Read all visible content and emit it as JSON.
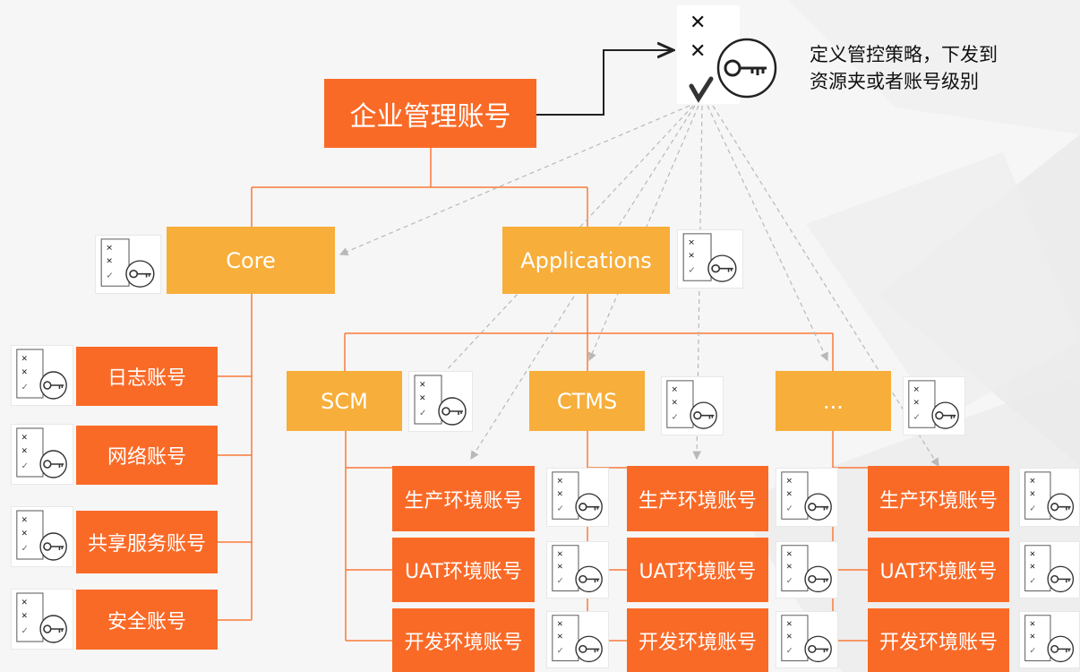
{
  "colors": {
    "root_fill": "#fa6a27",
    "folder_fill": "#f7ae3a",
    "account_fill": "#fa6a27",
    "connector_line": "#fa7a3a",
    "policy_arrow": "#b8b8b8"
  },
  "icon": "policy-checklist-key-icon",
  "root": {
    "label": "企业管理账号"
  },
  "policy_note": {
    "line1": "定义管控策略，下发到",
    "line2": "资源夹或者账号级别"
  },
  "folders": {
    "core": "Core",
    "applications": "Applications",
    "scm": "SCM",
    "ctms": "CTMS",
    "more": "..."
  },
  "core_accounts": [
    "日志账号",
    "网络账号",
    "共享服务账号",
    "安全账号"
  ],
  "scm_accounts": [
    "生产环境账号",
    "UAT环境账号",
    "开发环境账号"
  ],
  "ctms_accounts": [
    "生产环境账号",
    "UAT环境账号",
    "开发环境账号"
  ],
  "more_accounts": [
    "生产环境账号",
    "UAT环境账号",
    "开发环境账号"
  ]
}
